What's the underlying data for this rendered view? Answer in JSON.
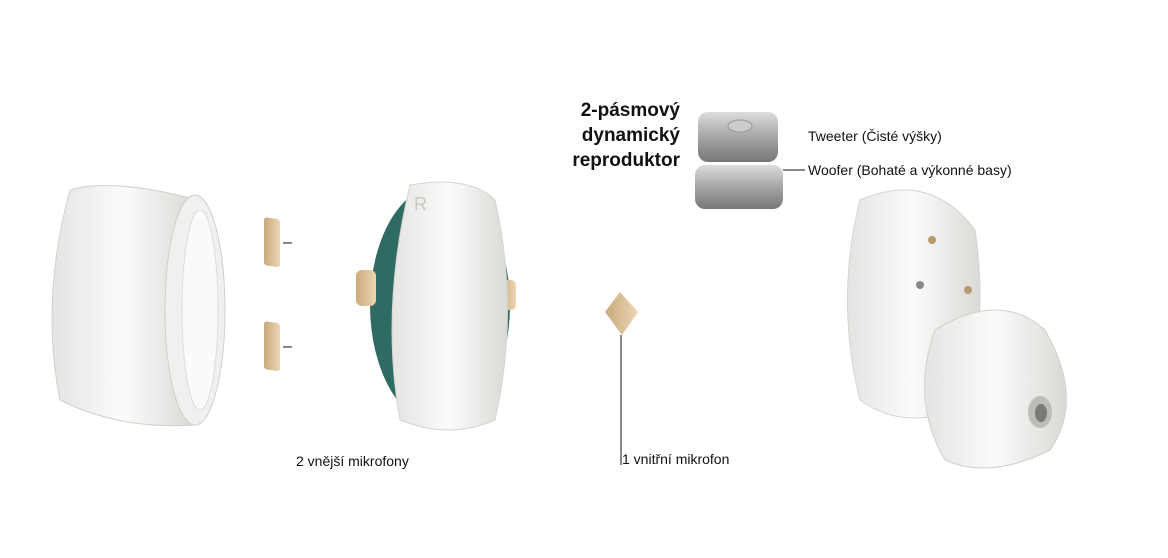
{
  "labels": {
    "speaker_title": [
      "2-pásmový",
      "dynamický",
      "reproduktor"
    ],
    "tweeter": "Tweeter (Čisté výšky)",
    "woofer": "Woofer (Bohaté a výkonné basy)",
    "outer_mics": "2 vnější mikrofony",
    "inner_mic": "1 vnitřní mikrofon"
  },
  "side_mark": "R"
}
